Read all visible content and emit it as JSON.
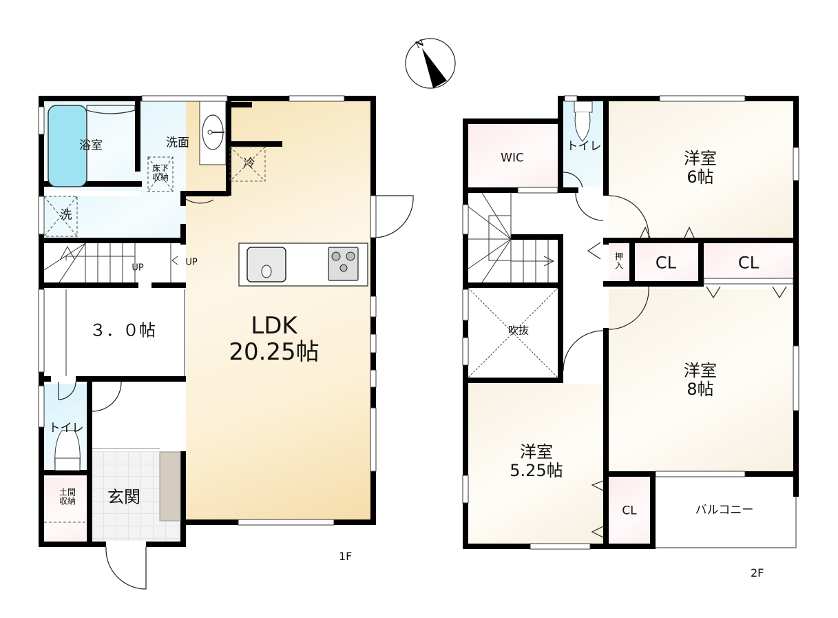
{
  "compass": {
    "label": "N",
    "icon": "north-arrow-icon"
  },
  "floors": [
    {
      "id": "1F",
      "tag": "1F",
      "rooms": {
        "bath": {
          "label": "浴室"
        },
        "washroom": {
          "label": "洗面"
        },
        "underfloor_storage": {
          "label_line1": "床下",
          "label_line2": "収納"
        },
        "washer": {
          "label": "洗"
        },
        "fridge": {
          "label": "冷"
        },
        "stairs_up_1": {
          "label": "UP"
        },
        "stairs_up_2": {
          "label": "UP"
        },
        "room_3jo": {
          "label": "３．０帖"
        },
        "ldk": {
          "label_line1": "LDK",
          "label_line2": "20.25帖"
        },
        "toilet": {
          "label": "トイレ"
        },
        "doma_storage": {
          "label_line1": "土間",
          "label_line2": "収納"
        },
        "entrance": {
          "label": "玄関"
        }
      }
    },
    {
      "id": "2F",
      "tag": "2F",
      "rooms": {
        "wic": {
          "label": "WIC"
        },
        "toilet": {
          "label": "トイレ"
        },
        "western_6": {
          "label_line1": "洋室",
          "label_line2": "6帖"
        },
        "oshiire": {
          "label_line1": "押",
          "label_line2": "入"
        },
        "closet_a": {
          "label": "CL"
        },
        "closet_b": {
          "label": "CL"
        },
        "void": {
          "label": "吹抜"
        },
        "western_8": {
          "label_line1": "洋室",
          "label_line2": "8帖"
        },
        "western_525": {
          "label_line1": "洋室",
          "label_line2": "5.25帖"
        },
        "closet_c": {
          "label": "CL"
        },
        "balcony": {
          "label": "バルコニー"
        }
      }
    }
  ],
  "colors": {
    "wall": "#000000",
    "ldk_floor": "#f6e3b3",
    "wet_area": "#e4f6fb",
    "closet": "#fcecec",
    "western_room": "#f8f1e3"
  }
}
